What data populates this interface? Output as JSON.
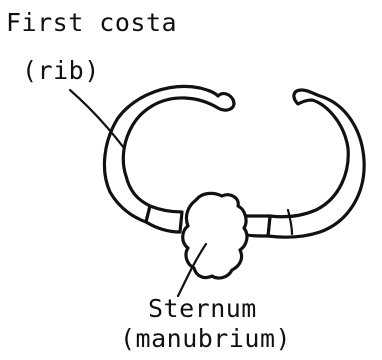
{
  "labels": {
    "rib_line1": "First costa",
    "rib_line2": "(rib)",
    "sternum_line1": "Sternum",
    "sternum_line2": "(manubrium)"
  },
  "colors": {
    "ink": "#111111",
    "background": "#ffffff"
  }
}
